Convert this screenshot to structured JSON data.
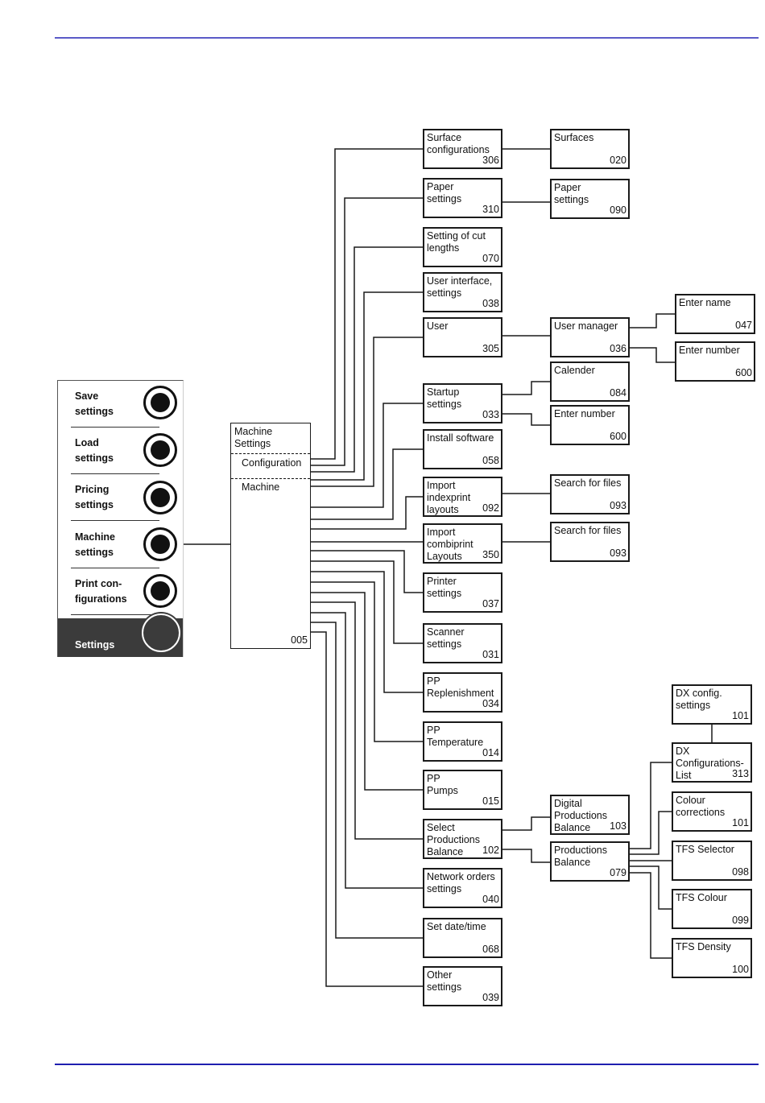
{
  "colors": {
    "rule": "#3a3ab8",
    "line": "#1a1a1a",
    "active_panel": "#3b3b3b"
  },
  "panel": {
    "items": [
      {
        "label": "Save\nsettings",
        "icon": "radio-button-icon"
      },
      {
        "label": "Load\nsettings",
        "icon": "radio-button-icon"
      },
      {
        "label": "Pricing\nsettings",
        "icon": "radio-button-icon"
      },
      {
        "label": "Machine\nsettings",
        "icon": "radio-button-icon"
      },
      {
        "label": "Print con-\nfigurations",
        "icon": "radio-button-icon"
      }
    ],
    "active": {
      "label": "Settings",
      "icon": "circle-icon"
    }
  },
  "main": {
    "title": "Machine\nSettings",
    "section1": "Configuration",
    "section2": "Machine",
    "code": "005"
  },
  "level1": [
    {
      "label": "Surface\nconfigurations",
      "code": "306"
    },
    {
      "label": "Paper\nsettings",
      "code": "310"
    },
    {
      "label": "Setting of cut\nlengths",
      "code": "070"
    },
    {
      "label": "User interface,\nsettings",
      "code": "038"
    },
    {
      "label": "User",
      "code": "305"
    },
    {
      "label": "Startup\nsettings",
      "code": "033"
    },
    {
      "label": "Install software",
      "code": "058"
    },
    {
      "label": "Import\nindexprint\nlayouts",
      "code": "092"
    },
    {
      "label": "Import\ncombiprint\nLayouts",
      "code": "350"
    },
    {
      "label": "Printer\nsettings",
      "code": "037"
    },
    {
      "label": "Scanner\nsettings",
      "code": "031"
    },
    {
      "label": "PP\nReplenishment",
      "code": "034"
    },
    {
      "label": "PP\nTemperature",
      "code": "014"
    },
    {
      "label": "PP\nPumps",
      "code": "015"
    },
    {
      "label": "Select\nProductions\nBalance",
      "code": "102"
    },
    {
      "label": "Network orders\nsettings",
      "code": "040"
    },
    {
      "label": "Set date/time",
      "code": "068"
    },
    {
      "label": "Other\nsettings",
      "code": "039"
    }
  ],
  "level2": [
    {
      "label": "Surfaces",
      "code": "020"
    },
    {
      "label": "Paper\nsettings",
      "code": "090"
    },
    {
      "label": "User manager",
      "code": "036"
    },
    {
      "label": "Calender",
      "code": "084"
    },
    {
      "label": "Enter number",
      "code": "600"
    },
    {
      "label": "Search for files",
      "code": "093"
    },
    {
      "label": "Search for files",
      "code": "093"
    },
    {
      "label": "Digital\nProductions\nBalance",
      "code": "103"
    },
    {
      "label": "Productions\nBalance",
      "code": "079"
    }
  ],
  "level3": [
    {
      "label": "Enter name",
      "code": "047"
    },
    {
      "label": "Enter number",
      "code": "600"
    },
    {
      "label": "DX config.\nsettings",
      "code": "101"
    },
    {
      "label": "DX\nConfigurations-\nList",
      "code": "313"
    },
    {
      "label": "Colour\ncorrections",
      "code": "101"
    },
    {
      "label": "TFS Selector",
      "code": "098"
    },
    {
      "label": "TFS Colour",
      "code": "099"
    },
    {
      "label": "TFS Density",
      "code": "100"
    }
  ]
}
